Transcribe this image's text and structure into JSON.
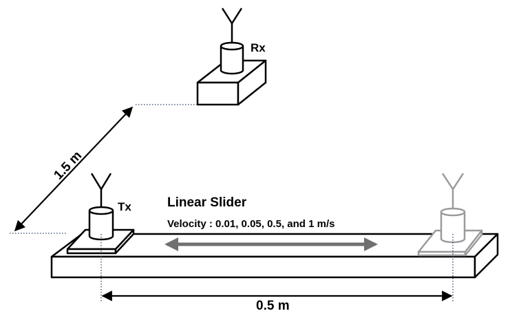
{
  "labels": {
    "receiver": "Rx",
    "transmitter": "Tx",
    "distance_rx_tx": "1.5 m",
    "slider_travel": "0.5 m",
    "slider_title": "Linear Slider",
    "velocity": "Velocity : 0.01, 0.05, 0.5, and 1 m/s"
  },
  "colors": {
    "line": "#000000",
    "ghost": "#9a9a9a",
    "arrow": "#707070",
    "dotted": "#2a3b66"
  }
}
